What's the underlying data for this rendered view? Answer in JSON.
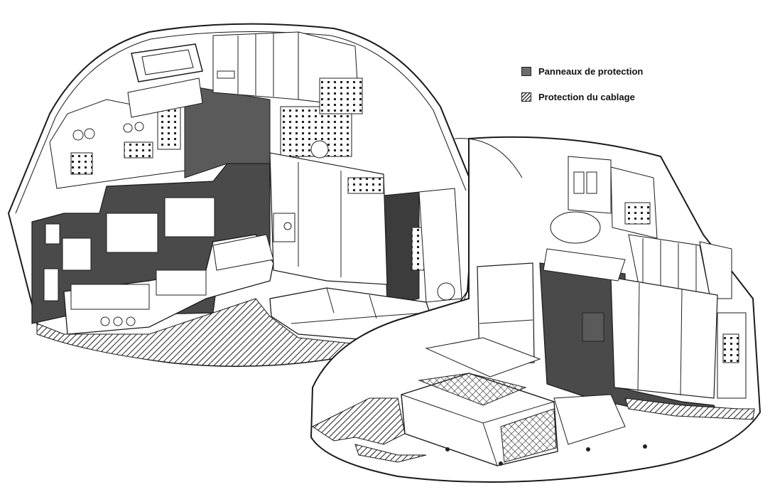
{
  "legend": {
    "items": [
      {
        "label": "Panneaux de protection",
        "pattern": "solid",
        "color": "#6b6b6b"
      },
      {
        "label": "Protection du cablage",
        "pattern": "hatch",
        "color": "#333333"
      }
    ]
  },
  "colors": {
    "ink": "#1a1a1a",
    "dark_panel": "#4a4a4a",
    "hatch": "#333333",
    "paper": "#ffffff"
  }
}
